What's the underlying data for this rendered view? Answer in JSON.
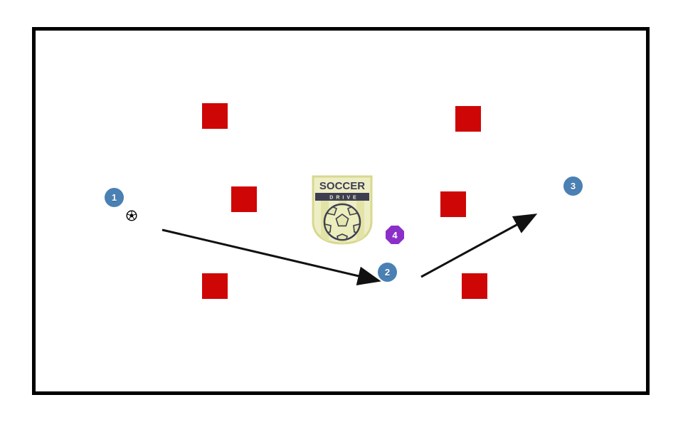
{
  "diagram": {
    "type": "soccer-drill-diagram",
    "players": [
      {
        "label": "1",
        "shape": "circle",
        "color": "#4a80b4"
      },
      {
        "label": "2",
        "shape": "circle",
        "color": "#4a80b4"
      },
      {
        "label": "3",
        "shape": "circle",
        "color": "#4a80b4"
      },
      {
        "label": "4",
        "shape": "octagon",
        "color": "#8b2fc9"
      }
    ],
    "cones": {
      "count": 6,
      "color": "#cf0606",
      "shape": "square"
    },
    "arrows": {
      "count": 2,
      "color": "#111111",
      "style": "solid-with-arrowhead"
    },
    "ball": {
      "icon": "soccer-ball-icon"
    }
  },
  "logo": {
    "line1": "SOCCER",
    "line2": "DRIVE",
    "bg_color": "#edeec4",
    "text_color": "#3e3e52"
  },
  "colors": {
    "field_border": "#000000",
    "background": "#ffffff"
  }
}
